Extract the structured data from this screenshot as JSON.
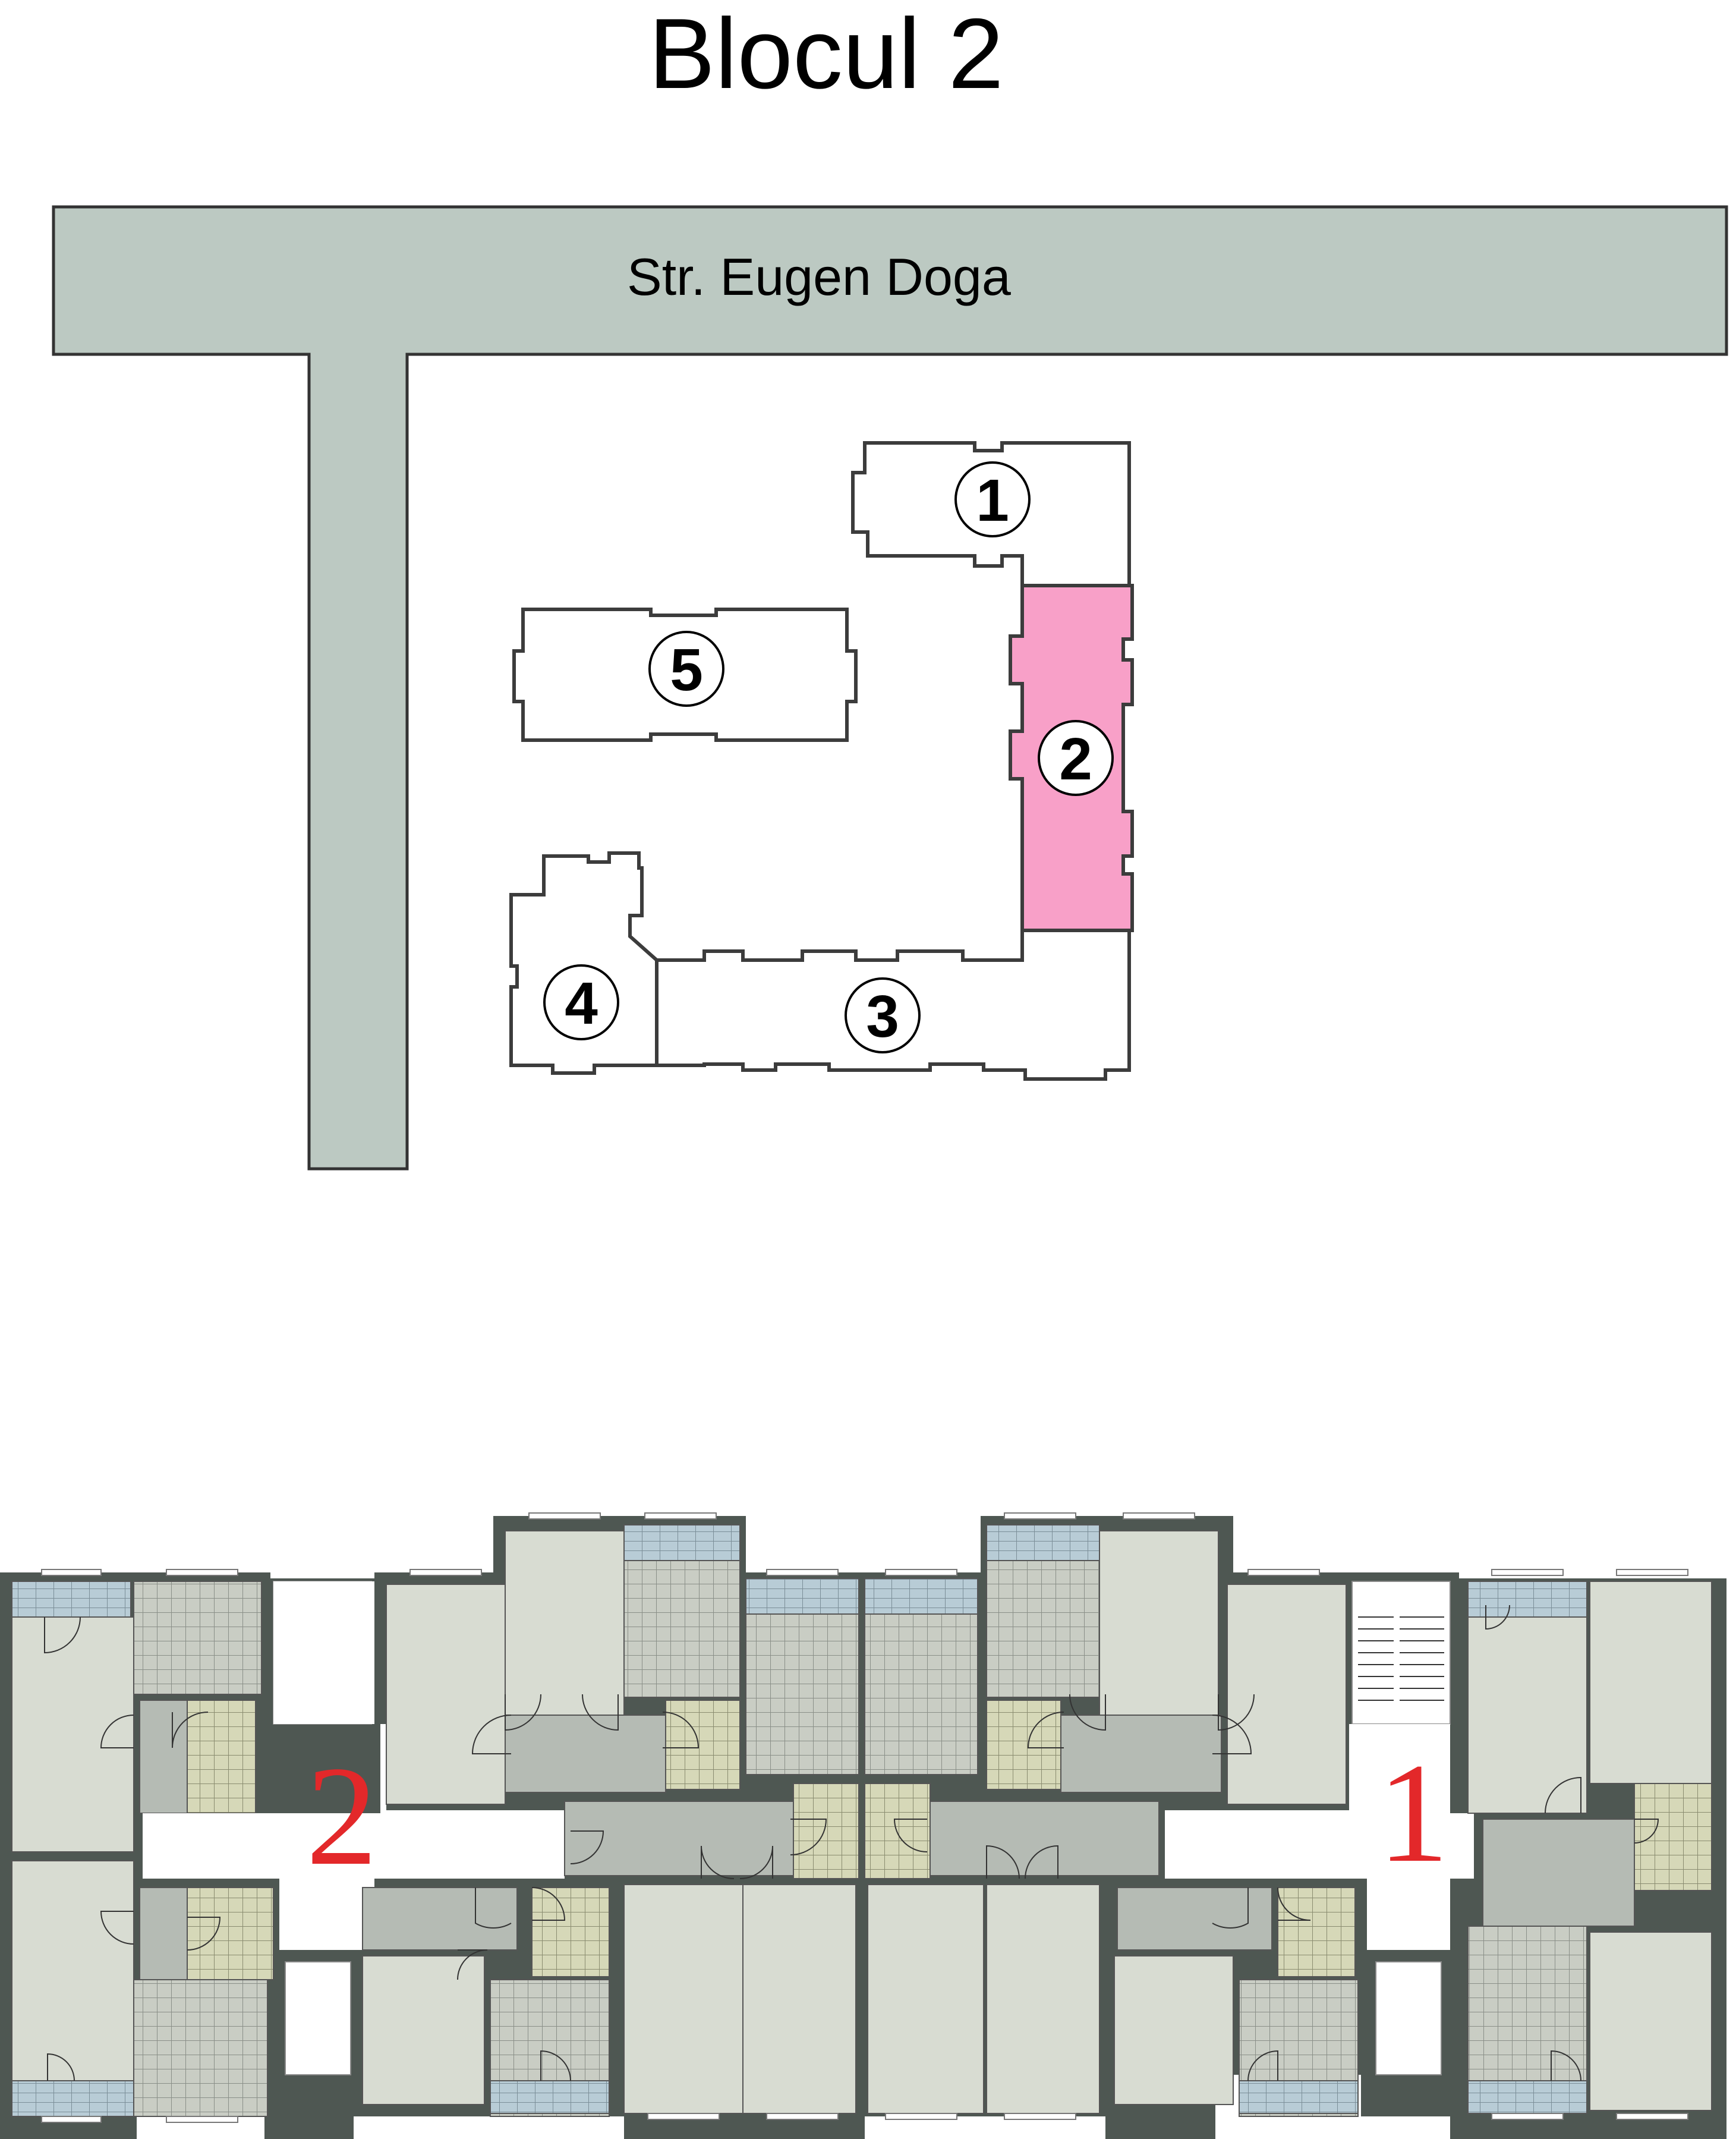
{
  "title": "Blocul 2",
  "site_plan": {
    "street_label": "Str.  Eugen Doga",
    "buildings": [
      {
        "id": "1",
        "label": "1",
        "selected": false
      },
      {
        "id": "2",
        "label": "2",
        "selected": true
      },
      {
        "id": "3",
        "label": "3",
        "selected": false
      },
      {
        "id": "4",
        "label": "4",
        "selected": false
      },
      {
        "id": "5",
        "label": "5",
        "selected": false
      }
    ],
    "colors": {
      "road": "#bcc9c2",
      "selected_building": "#f8a0c8",
      "building": "#ffffff"
    }
  },
  "floor_plan": {
    "entrances": [
      {
        "label": "2"
      },
      {
        "label": "1"
      }
    ],
    "colors": {
      "entrance_number": "#e3282a",
      "wall": "#4e5752",
      "room": "#d8dcd2"
    }
  }
}
